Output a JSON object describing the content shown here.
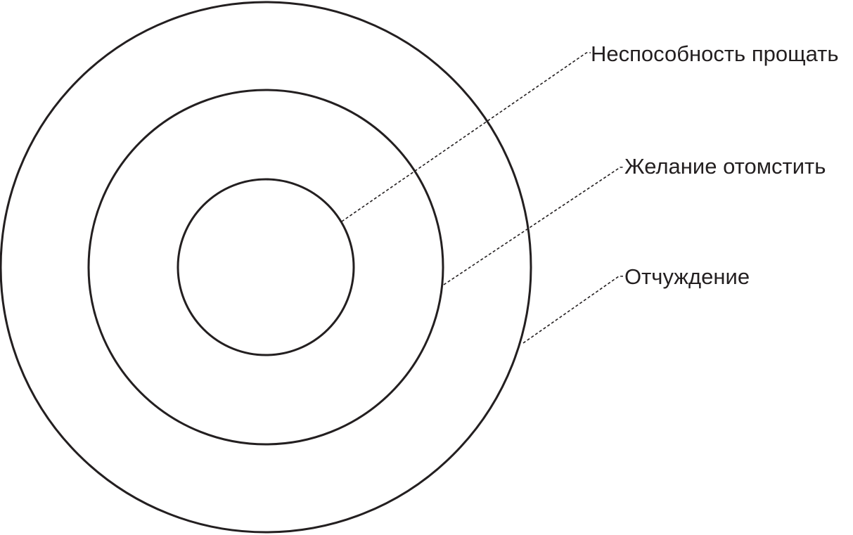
{
  "diagram": {
    "labels": {
      "inner": "Неспособность прощать",
      "middle": "Желание отомстить",
      "outer": "Отчуждение"
    },
    "colors": {
      "stroke": "#231f20",
      "text": "#231f20",
      "background": "#ffffff"
    }
  }
}
